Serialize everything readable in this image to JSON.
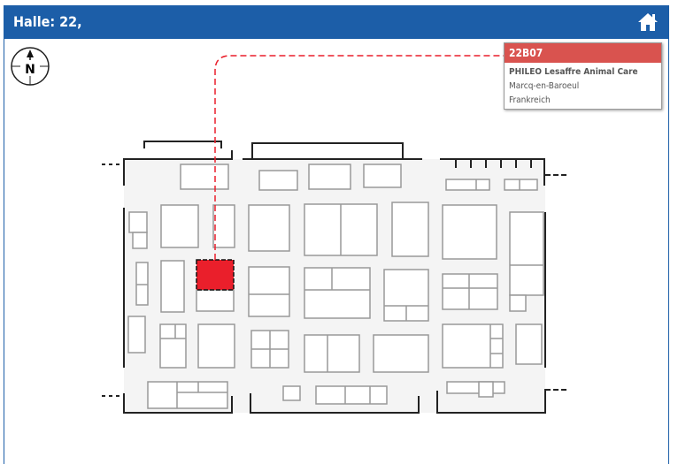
{
  "header": {
    "title": "Halle: 22,",
    "home_icon": "home-icon"
  },
  "compass": {
    "label": "N"
  },
  "popup": {
    "stand": "22B07",
    "exhibitor": "PHILEO Lesaffre Animal Care",
    "city": "Marcq-en-Baroeul",
    "country": "Frankreich"
  },
  "colors": {
    "header": "#1c5ea8",
    "highlight": "#ea1f2b",
    "popup_head": "#d9534f"
  }
}
